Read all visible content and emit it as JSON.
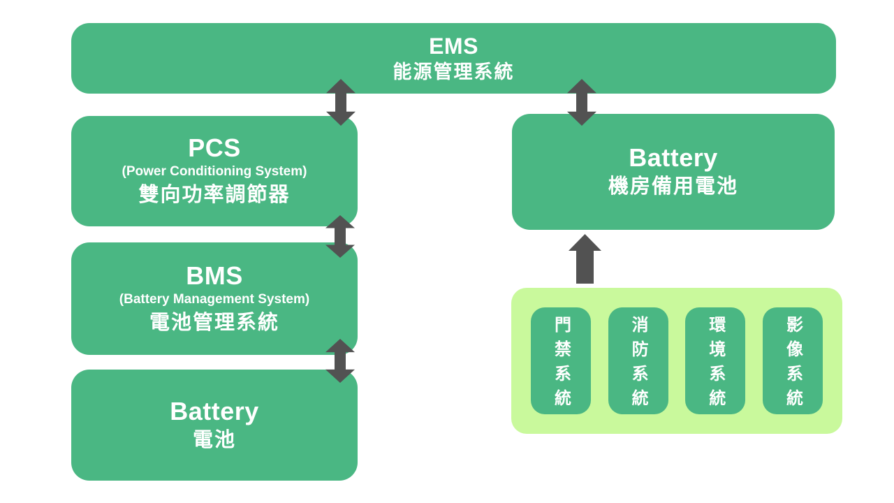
{
  "colors": {
    "node_green": "#4ab783",
    "panel_light_green": "#c9f99c",
    "arrow_gray": "#525252",
    "text_white": "#ffffff"
  },
  "nodes": {
    "ems": {
      "title": "EMS",
      "subtitle_zh": "能源管理系統"
    },
    "pcs": {
      "title": "PCS",
      "subtitle_en": "(Power Conditioning System)",
      "subtitle_zh": "雙向功率調節器"
    },
    "bms": {
      "title": "BMS",
      "subtitle_en": "(Battery Management System)",
      "subtitle_zh": "電池管理系統"
    },
    "battery_main": {
      "title": "Battery",
      "subtitle_zh": "電池"
    },
    "battery_backup": {
      "title": "Battery",
      "subtitle_zh": "機房備用電池"
    }
  },
  "subsystem_panel": {
    "items": [
      {
        "label": "門禁系統"
      },
      {
        "label": "消防系統"
      },
      {
        "label": "環境系統"
      },
      {
        "label": "影像系統"
      }
    ]
  },
  "arrows": [
    {
      "name": "arrow-ems-pcs",
      "direction": "bidirectional-vertical"
    },
    {
      "name": "arrow-pcs-bms",
      "direction": "bidirectional-vertical"
    },
    {
      "name": "arrow-bms-battery-main",
      "direction": "bidirectional-vertical"
    },
    {
      "name": "arrow-ems-battery-backup",
      "direction": "bidirectional-vertical"
    },
    {
      "name": "arrow-subsystems-battery-backup",
      "direction": "up"
    }
  ]
}
